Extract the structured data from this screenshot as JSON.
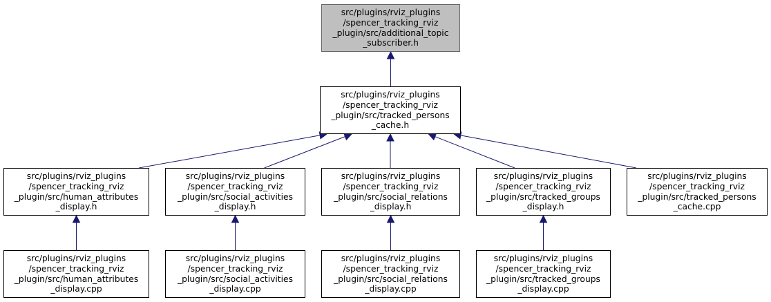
{
  "colors": {
    "edge": "#191970",
    "root_fill": "#bfbfbf",
    "root_border": "#666666",
    "node_border": "#000000"
  },
  "nodes": {
    "additional_topic_subscriber_h": "src/plugins/rviz_plugins\n/spencer_tracking_rviz\n_plugin/src/additional_topic\n_subscriber.h",
    "tracked_persons_cache_h": "src/plugins/rviz_plugins\n/spencer_tracking_rviz\n_plugin/src/tracked_persons\n_cache.h",
    "human_attributes_display_h": "src/plugins/rviz_plugins\n/spencer_tracking_rviz\n_plugin/src/human_attributes\n_display.h",
    "social_activities_display_h": "src/plugins/rviz_plugins\n/spencer_tracking_rviz\n_plugin/src/social_activities\n_display.h",
    "social_relations_display_h": "src/plugins/rviz_plugins\n/spencer_tracking_rviz\n_plugin/src/social_relations\n_display.h",
    "tracked_groups_display_h": "src/plugins/rviz_plugins\n/spencer_tracking_rviz\n_plugin/src/tracked_groups\n_display.h",
    "tracked_persons_cache_cpp": "src/plugins/rviz_plugins\n/spencer_tracking_rviz\n_plugin/src/tracked_persons\n_cache.cpp",
    "human_attributes_display_cpp": "src/plugins/rviz_plugins\n/spencer_tracking_rviz\n_plugin/src/human_attributes\n_display.cpp",
    "social_activities_display_cpp": "src/plugins/rviz_plugins\n/spencer_tracking_rviz\n_plugin/src/social_activities\n_display.cpp",
    "social_relations_display_cpp": "src/plugins/rviz_plugins\n/spencer_tracking_rviz\n_plugin/src/social_relations\n_display.cpp",
    "tracked_groups_display_cpp": "src/plugins/rviz_plugins\n/spencer_tracking_rviz\n_plugin/src/tracked_groups\n_display.cpp"
  },
  "edges": [
    {
      "from": "tracked_persons_cache_h",
      "to": "additional_topic_subscriber_h"
    },
    {
      "from": "human_attributes_display_h",
      "to": "tracked_persons_cache_h"
    },
    {
      "from": "social_activities_display_h",
      "to": "tracked_persons_cache_h"
    },
    {
      "from": "social_relations_display_h",
      "to": "tracked_persons_cache_h"
    },
    {
      "from": "tracked_groups_display_h",
      "to": "tracked_persons_cache_h"
    },
    {
      "from": "tracked_persons_cache_cpp",
      "to": "tracked_persons_cache_h"
    },
    {
      "from": "human_attributes_display_cpp",
      "to": "human_attributes_display_h"
    },
    {
      "from": "social_activities_display_cpp",
      "to": "social_activities_display_h"
    },
    {
      "from": "social_relations_display_cpp",
      "to": "social_relations_display_h"
    },
    {
      "from": "tracked_groups_display_cpp",
      "to": "tracked_groups_display_h"
    }
  ]
}
